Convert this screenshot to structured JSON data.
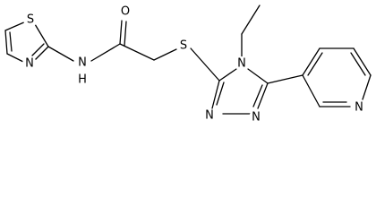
{
  "molecule": {
    "atoms": {
      "S1": "S",
      "N1": "N",
      "NH": "N",
      "H": "H",
      "O": "O",
      "S2": "S",
      "N4": "N",
      "N2": "N",
      "N3": "N",
      "Npy": "N"
    }
  }
}
